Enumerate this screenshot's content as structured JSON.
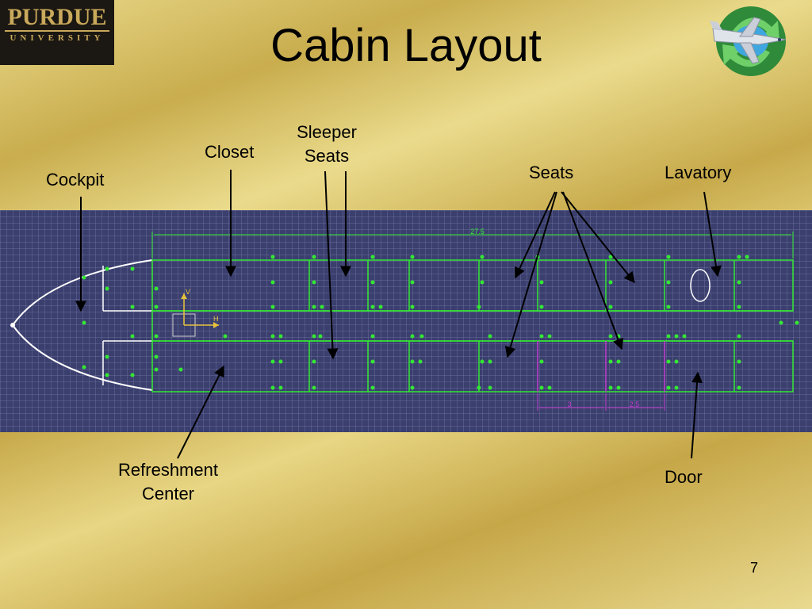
{
  "logo": {
    "line1": "PURDUE",
    "line2": "UNIVERSITY"
  },
  "slide": {
    "title": "Cabin Layout",
    "page_number": "7"
  },
  "labels": {
    "cockpit": "Cockpit",
    "closet": "Closet",
    "sleeper_seats_line1": "Sleeper",
    "sleeper_seats_line2": "Seats",
    "seats": "Seats",
    "lavatory": "Lavatory",
    "refreshment_line1": "Refreshment",
    "refreshment_line2": "Center",
    "door": "Door"
  },
  "drawing": {
    "dimension_total": "27.5",
    "dimension_seat": "3",
    "dimension_door": "2.5",
    "axis_h": "H",
    "axis_v": "V"
  },
  "colors": {
    "grid_line": "#33e833",
    "door_marker": "#c23ccf",
    "cockpit_outline": "#ffffff",
    "band": "#3b3f6e"
  }
}
